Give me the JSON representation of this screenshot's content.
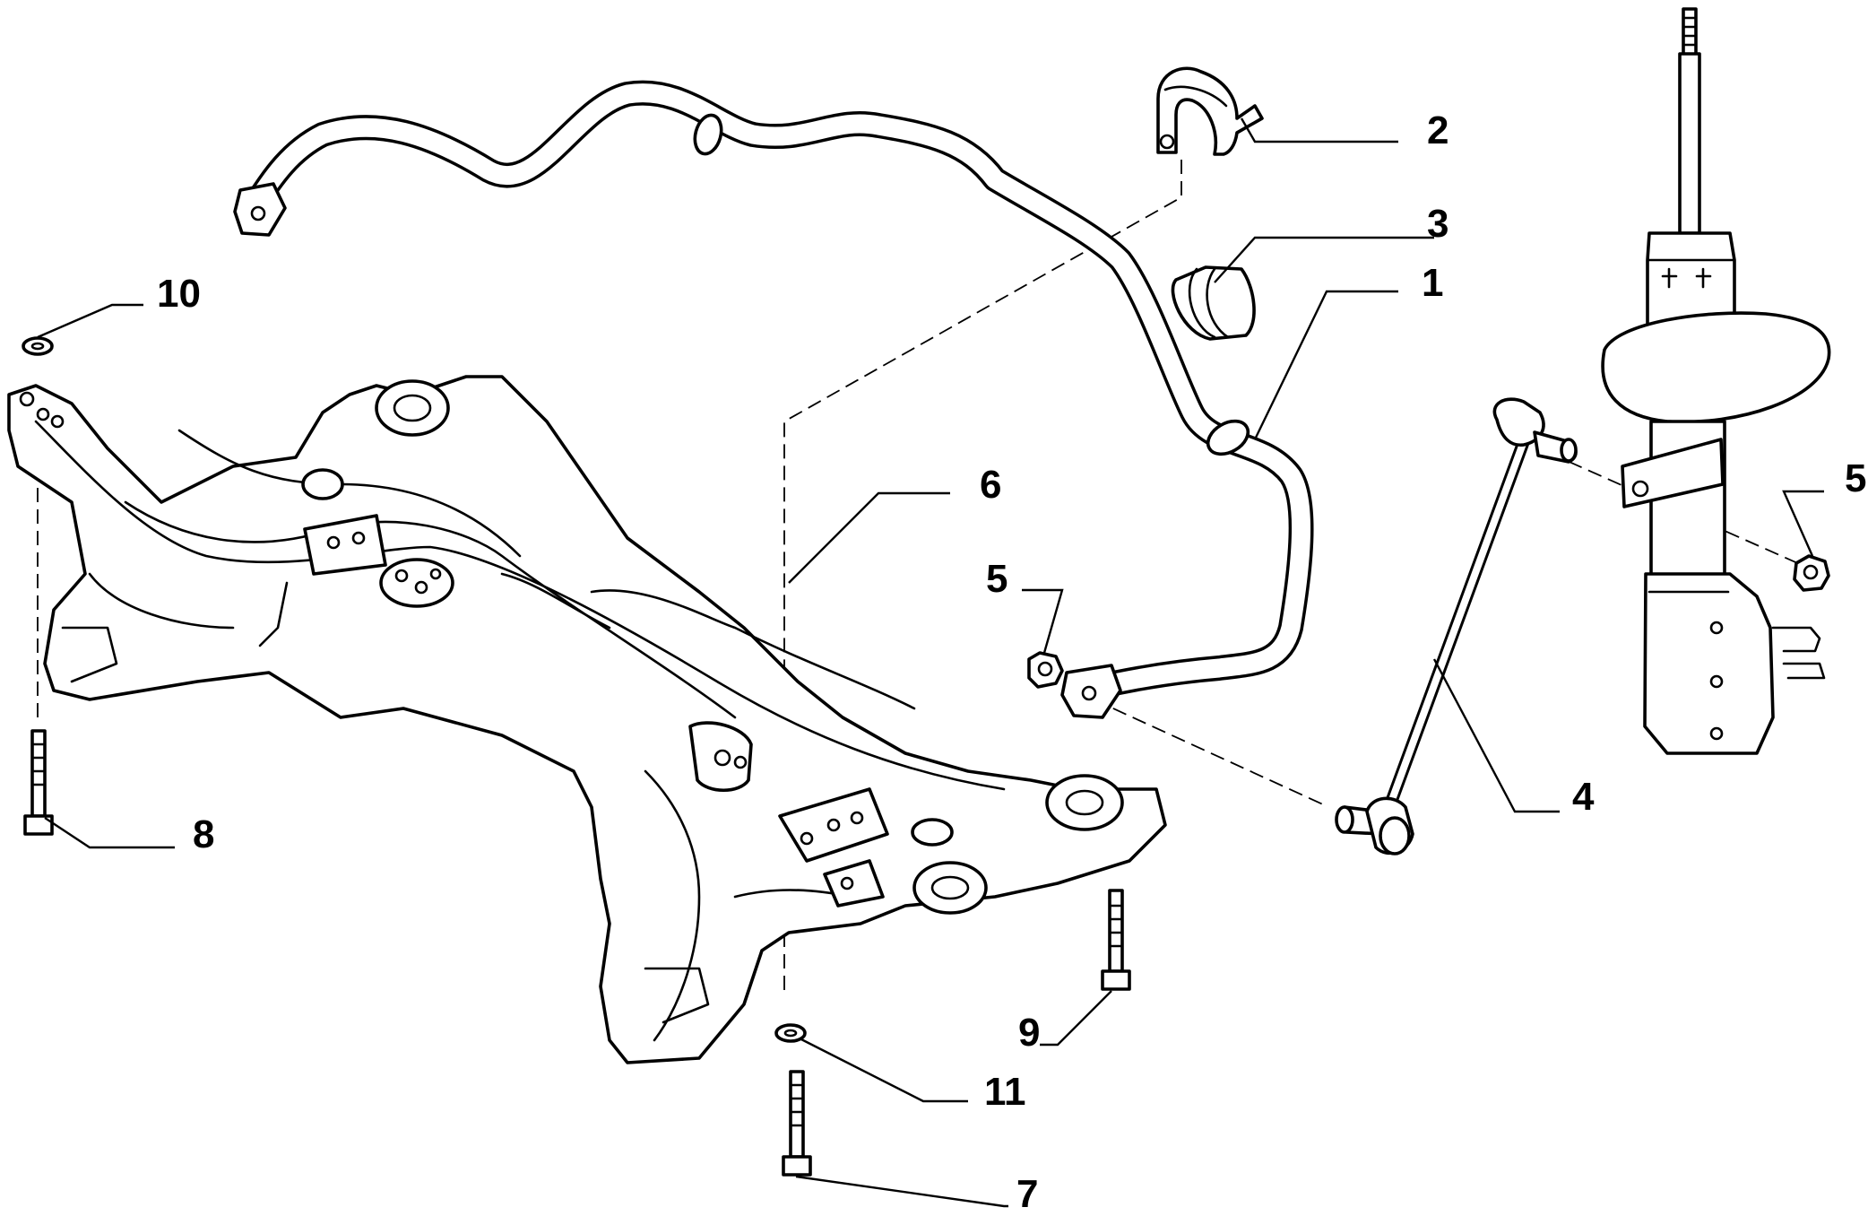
{
  "callouts": [
    {
      "id": "c1",
      "label": "1"
    },
    {
      "id": "c2",
      "label": "2"
    },
    {
      "id": "c3",
      "label": "3"
    },
    {
      "id": "c4",
      "label": "4"
    },
    {
      "id": "c5a",
      "label": "5"
    },
    {
      "id": "c5b",
      "label": "5"
    },
    {
      "id": "c6",
      "label": "6"
    },
    {
      "id": "c7",
      "label": "7"
    },
    {
      "id": "c8",
      "label": "8"
    },
    {
      "id": "c9",
      "label": "9"
    },
    {
      "id": "c10",
      "label": "10"
    },
    {
      "id": "c11",
      "label": "11"
    }
  ]
}
